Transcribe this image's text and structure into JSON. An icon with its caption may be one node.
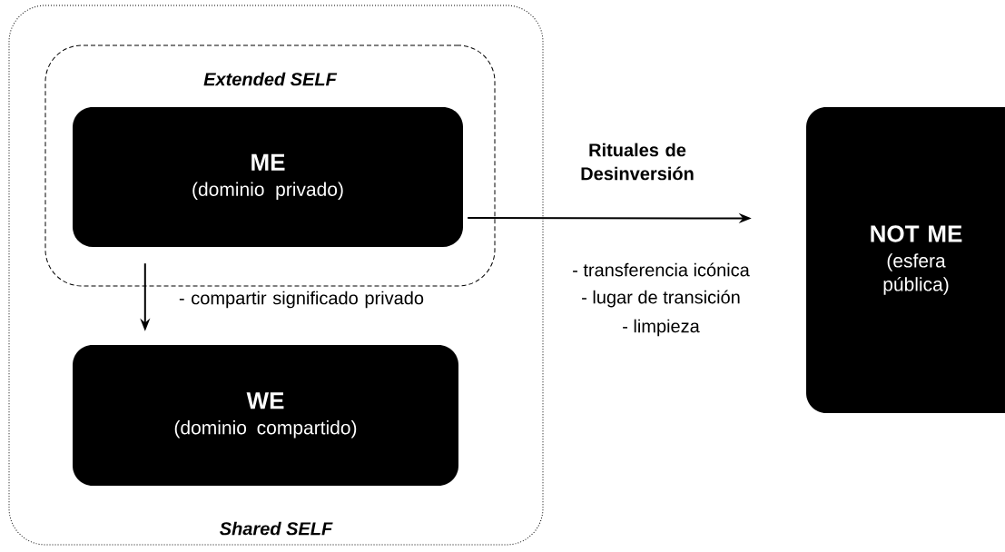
{
  "diagram": {
    "nodes": [
      {
        "text": [
          "Shared SELF"
        ]
      },
      {
        "text": [
          "Extended SELF"
        ],
        "in": 0
      },
      {
        "text": [
          "ME",
          "(dominio privado)"
        ],
        "in": 1
      },
      {
        "text": [
          "WE",
          "(dominio compartido)"
        ],
        "in": 0
      },
      {
        "text": [
          "NOT ME",
          "(esfera pública)"
        ]
      }
    ],
    "edges": [
      {
        "from": 2,
        "to": 4,
        "arrow": "to",
        "label": "Rituales de Desinversión"
      },
      {
        "from": 2,
        "to": 3,
        "arrow": "to",
        "label": "- compartir significado privado"
      }
    ],
    "labels": [
      "- transferencia icónica",
      "- lugar de transición",
      "- limpieza"
    ]
  }
}
